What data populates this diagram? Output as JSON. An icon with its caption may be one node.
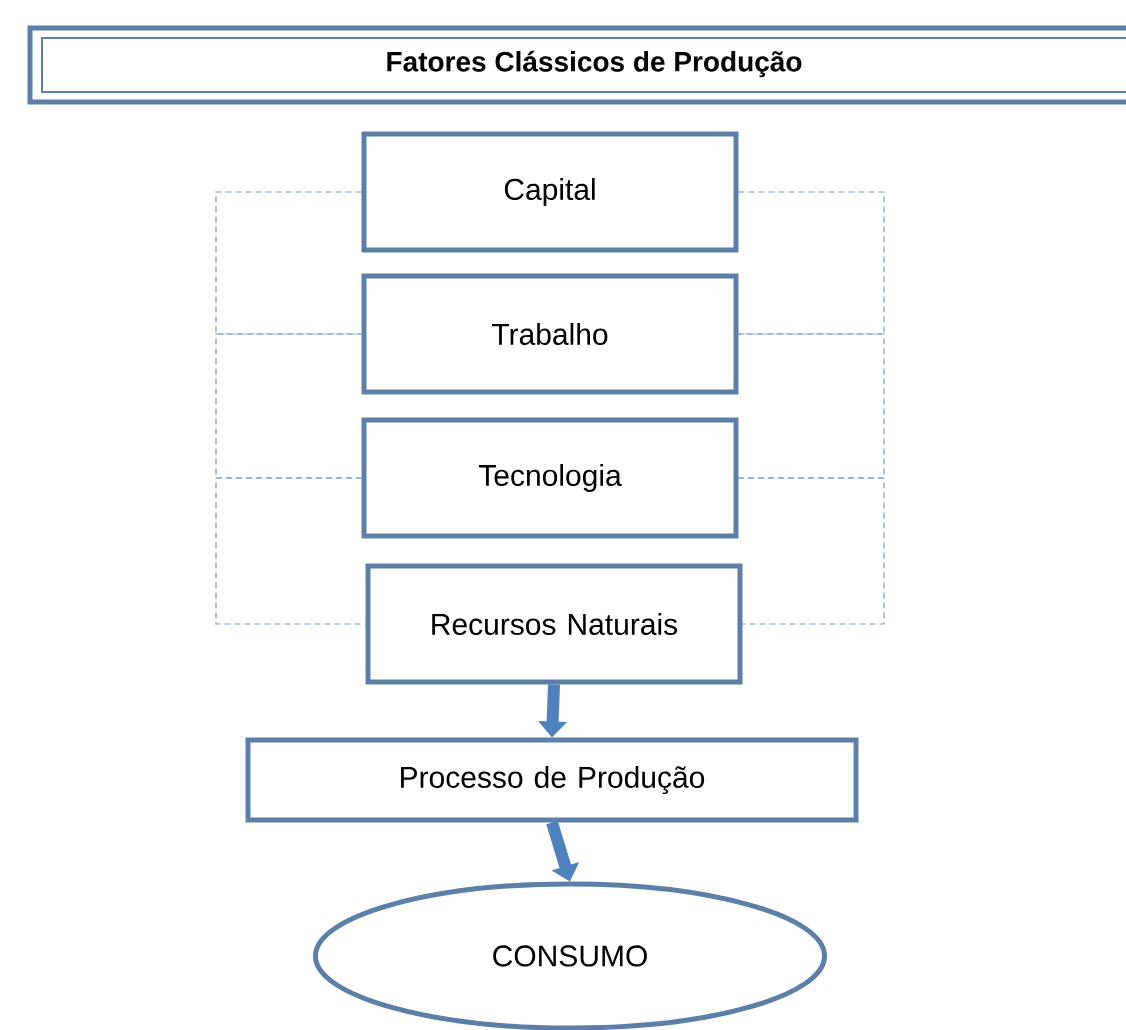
{
  "diagram": {
    "title": "Fatores Clássicos de Produção",
    "nodes": [
      {
        "text": [
          "Capital"
        ]
      },
      {
        "text": [
          "Trabalho"
        ]
      },
      {
        "text": [
          "Tecnologia"
        ]
      },
      {
        "text": [
          "Recursos Naturais"
        ]
      },
      {
        "text": [
          "Processo de Produção"
        ]
      },
      {
        "text": [
          "CONSUMO"
        ]
      }
    ],
    "edges": [
      {
        "from": 0,
        "to": 1,
        "arrow": "none",
        "style": "dashed"
      },
      {
        "from": 1,
        "to": 2,
        "arrow": "none",
        "style": "dashed"
      },
      {
        "from": 2,
        "to": 3,
        "arrow": "none",
        "style": "dashed"
      },
      {
        "from": 0,
        "to": 1,
        "arrow": "none",
        "style": "dashed"
      },
      {
        "from": 1,
        "to": 2,
        "arrow": "none",
        "style": "dashed"
      },
      {
        "from": 2,
        "to": 3,
        "arrow": "none",
        "style": "dashed"
      },
      {
        "from": 3,
        "to": 4,
        "arrow": "to",
        "style": "thick",
        "color": "#4f81bd"
      },
      {
        "from": 4,
        "to": 5,
        "arrow": "to",
        "style": "thick",
        "color": "#4f81bd"
      }
    ]
  }
}
